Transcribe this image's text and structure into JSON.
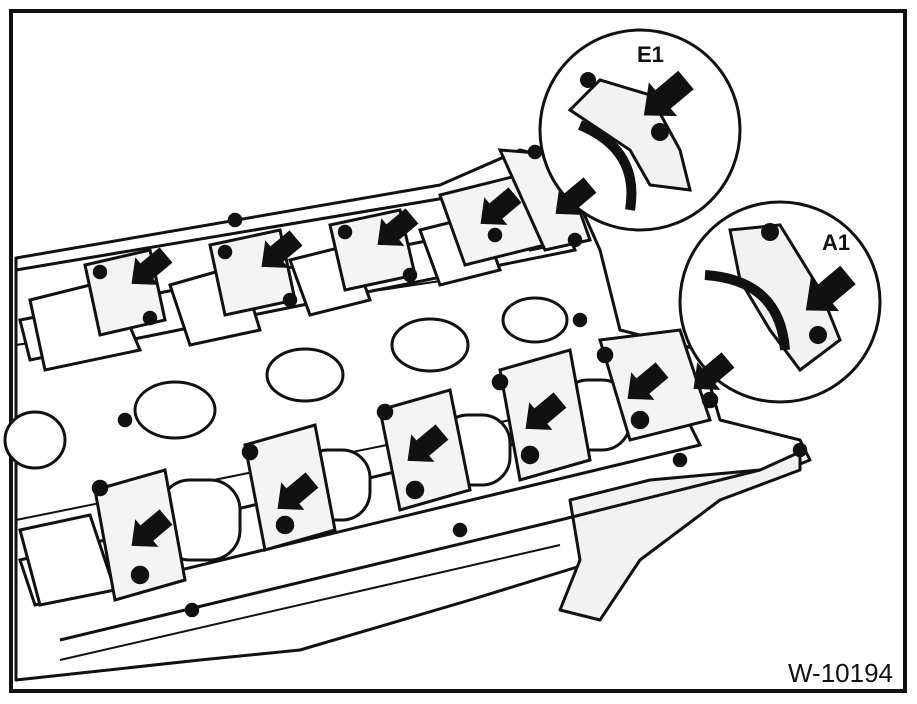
{
  "figure": {
    "callout_upper_label": "E1",
    "callout_lower_label": "A1",
    "figure_number": "W-10194"
  },
  "colors": {
    "ink": "#111111",
    "paper": "#ffffff",
    "shade": "#e6e6e6"
  },
  "icons": [
    "arrow-icon"
  ]
}
